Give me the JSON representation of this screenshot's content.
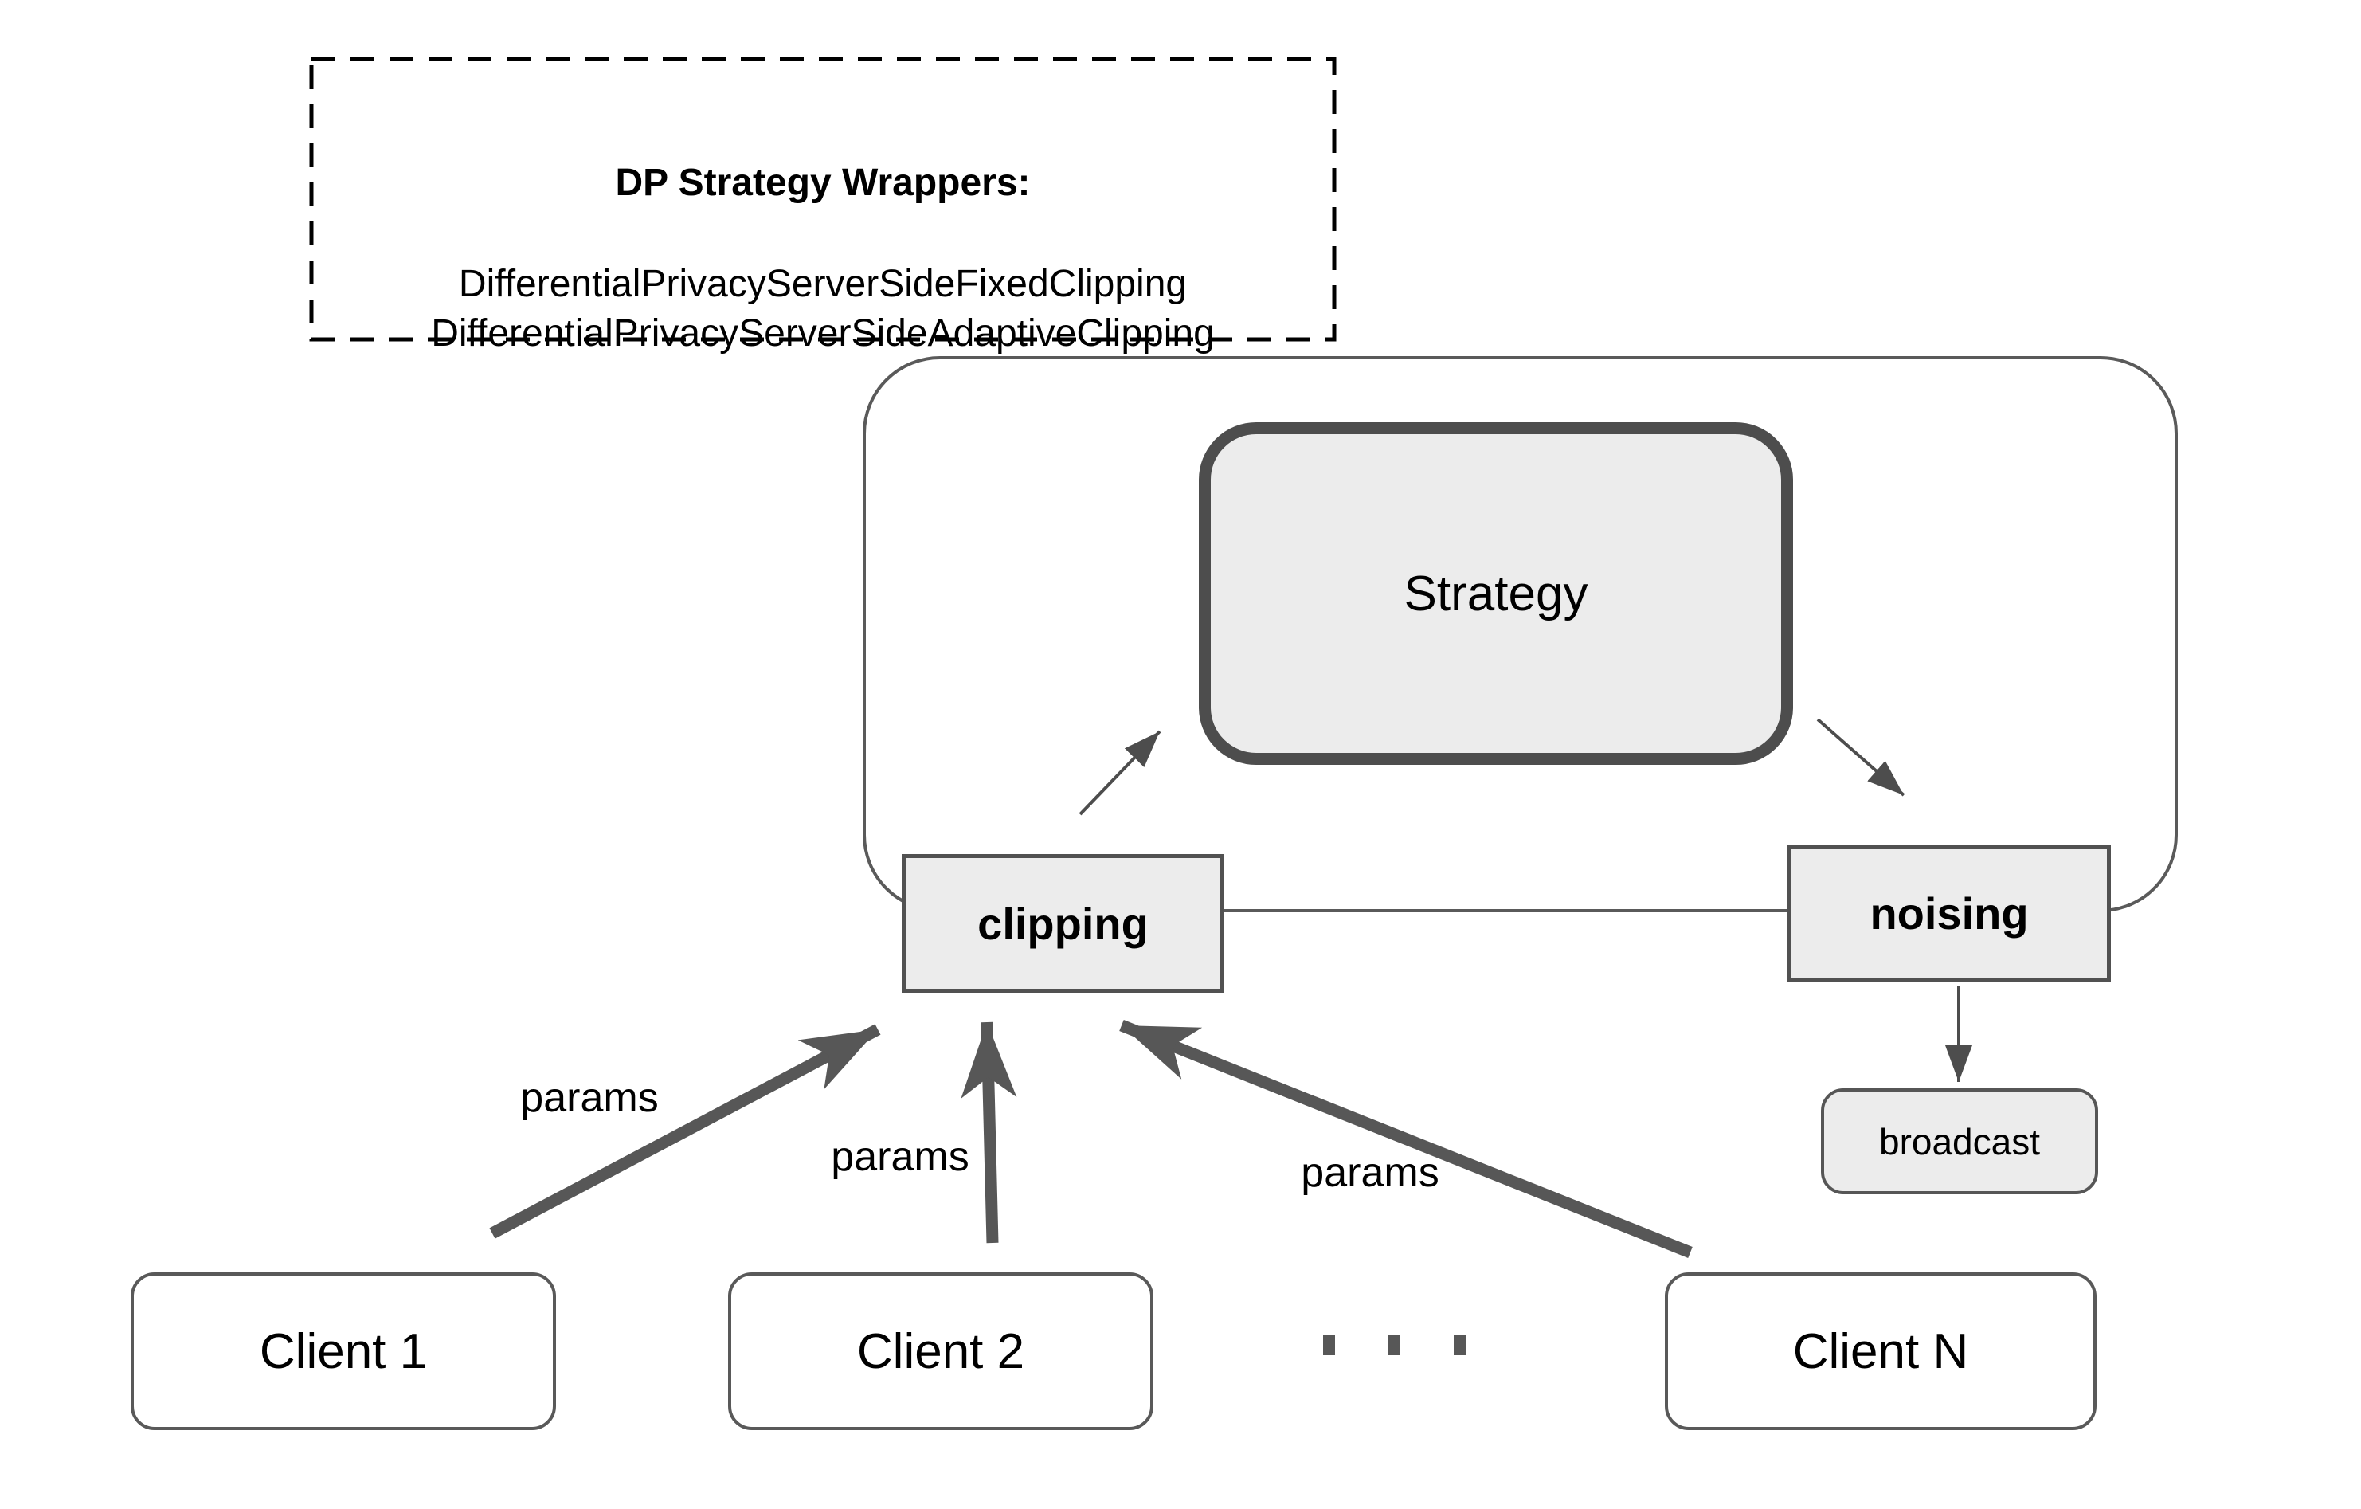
{
  "wrapper_note": {
    "title": "DP Strategy Wrappers:",
    "lines": [
      "DifferentialPrivacyServerSideFixedClipping",
      "DifferentialPrivacyServerSideAdaptiveClipping"
    ]
  },
  "server": {
    "strategy_label": "Strategy",
    "clipping_label": "clipping",
    "noising_label": "noising",
    "broadcast_label": "broadcast"
  },
  "flows": {
    "params_labels": [
      "params",
      "params",
      "params"
    ]
  },
  "clients": [
    {
      "label": "Client 1"
    },
    {
      "label": "Client 2"
    },
    {
      "label": "Client N"
    }
  ],
  "icons": {
    "ellipsis_icon": "three-dots-more-clients"
  },
  "colors": {
    "background": "#ffffff",
    "box_fill": "#ececec",
    "client_fill": "#ffffff",
    "strategy_border": "#4d4d4d",
    "box_border": "#515151",
    "server_boundary_border": "#5a5a5a",
    "dashed_note_border": "#000000",
    "thick_arrow": "#575757",
    "thin_arrow": "#4d4d4d",
    "text": "#000000"
  }
}
